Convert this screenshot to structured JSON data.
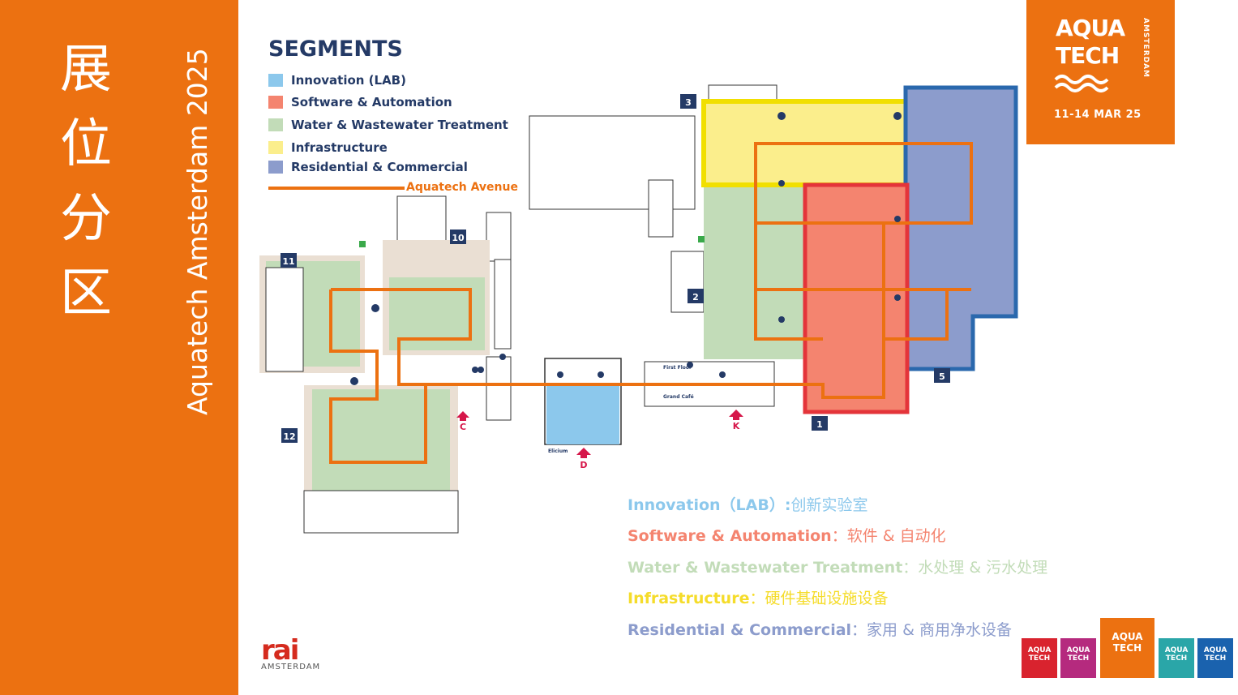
{
  "side": {
    "cn_title_chars": [
      "展",
      "位",
      "分",
      "区"
    ],
    "vertical_title": "Aquatech Amsterdam 2025",
    "bg_color": "#ec7111"
  },
  "logo": {
    "line1": "AQUA",
    "line2": "TECH",
    "vertical": "AMSTERDAM",
    "date": "11-14 MAR 25"
  },
  "segments": {
    "title": "SEGMENTS",
    "items": [
      {
        "label": "Innovation (LAB)",
        "color": "#8cc8ec"
      },
      {
        "label": "Software & Automation",
        "color": "#f4846f"
      },
      {
        "label": "Water & Wastewater Treatment",
        "color": "#c2dcb8"
      },
      {
        "label": "Infrastructure",
        "color": "#fbee8c"
      },
      {
        "label": "Residential & Commercial",
        "color": "#8c9ccc"
      }
    ],
    "avenue_label": "Aquatech Avenue"
  },
  "map": {
    "halls": [
      "3",
      "10",
      "11",
      "2",
      "5",
      "1",
      "12"
    ],
    "entrances": [
      "C",
      "D",
      "K"
    ],
    "building_labels": [
      "Elicium",
      "First Floor",
      "Grand Café"
    ]
  },
  "descriptions": [
    {
      "en": "Innovation（LAB）:",
      "cn": "创新实验室",
      "color": "#8cc8ec"
    },
    {
      "en": "Software & Automation",
      "cn": "：软件 & 自动化",
      "color": "#f4846f"
    },
    {
      "en": "Water & Wastewater Treatment",
      "cn": "：水处理 & 污水处理",
      "color": "#c2dcb8"
    },
    {
      "en": "Infrastructure",
      "cn": "：硬件基础设施设备",
      "color": "#f5dc2a"
    },
    {
      "en": "Residential & Commercial",
      "cn": "：家用 & 商用净水设备",
      "color": "#8c9ccc"
    }
  ],
  "footer": {
    "rai_mark": "rai",
    "rai_sub": "AMSTERDAM",
    "brand_logos": [
      {
        "line1": "AQUA",
        "line2": "TECH",
        "color": "#d9232e"
      },
      {
        "line1": "AQUA",
        "line2": "TECH",
        "color": "#b52a7e"
      },
      {
        "line1": "AQUA",
        "line2": "TECH",
        "color": "#ec7111"
      },
      {
        "line1": "AQUA",
        "line2": "TECH",
        "color": "#2aa6a8"
      },
      {
        "line1": "AQUA",
        "line2": "TECH",
        "color": "#1a62ae"
      }
    ]
  }
}
